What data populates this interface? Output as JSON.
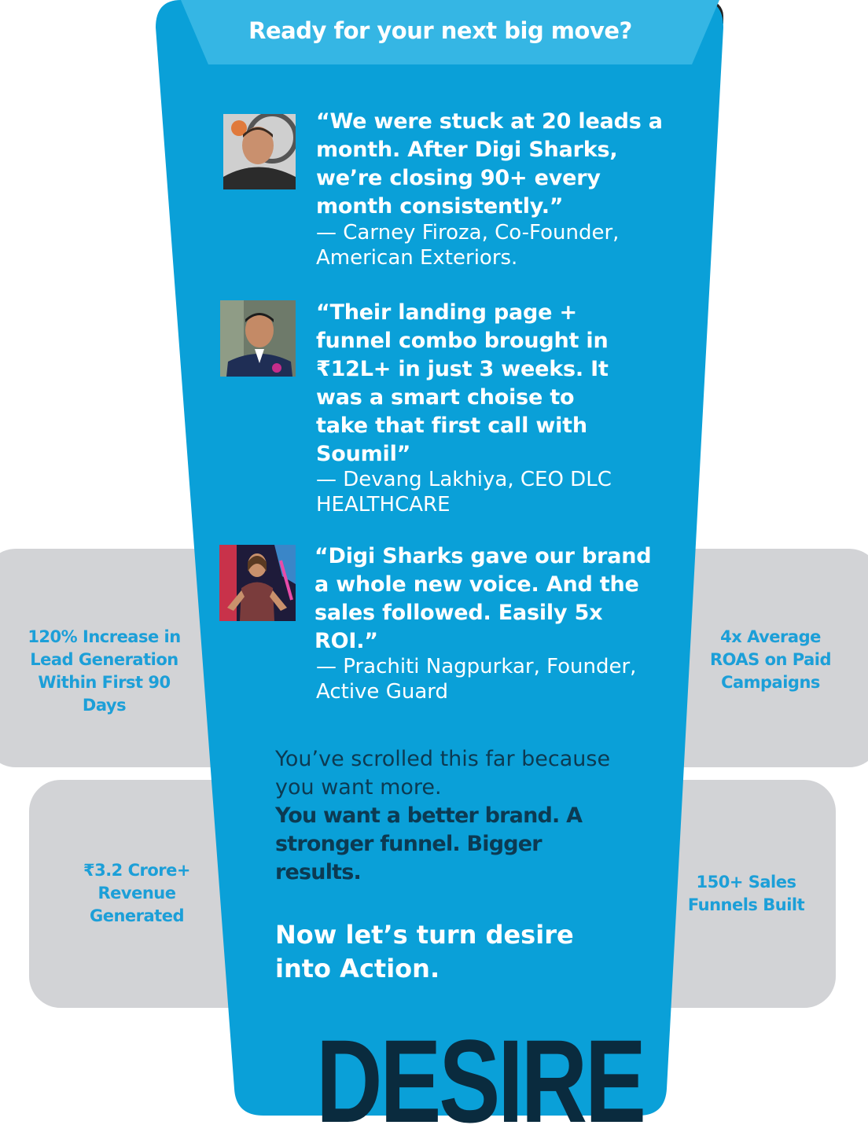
{
  "colors": {
    "funnel_blue": "#0aa0d8",
    "banner_blue": "#35b6e4",
    "stat_gray": "#d2d3d6",
    "stat_text": "#1c9fd8",
    "dark_text": "#0c3a52"
  },
  "banner": {
    "title": "Ready for your next big move?"
  },
  "testimonials": [
    {
      "quote": "“We were stuck at 20 leads a month. After Digi Sharks, we’re closing 90+ every month consistently.”",
      "author": "— Carney Firoza, Co-Founder, American Exteriors."
    },
    {
      "quote": "“Their landing page + funnel combo brought in ₹12L+ in just 3 weeks. It was a smart choise to take that first call with Soumil”",
      "author": "— Devang Lakhiya, CEO DLC HEALTHCARE"
    },
    {
      "quote": "“Digi Sharks gave our brand a whole new voice. And the sales followed. Easily 5x ROI.”",
      "author": "— Prachiti Nagpurkar, Founder, Active Guard"
    }
  ],
  "stats": {
    "left_top": "120% Increase in Lead Generation Within First 90 Days",
    "right_top": "4x Average ROAS on Paid Campaigns",
    "left_bottom": "₹3.2 Crore+ Revenue Generated",
    "right_bottom": "150+ Sales Funnels Built"
  },
  "pitch": {
    "intro": "You’ve scrolled this far because you want more.",
    "bold": "You want a better brand. A stronger funnel. Bigger results.",
    "cta": "Now let’s turn desire into Action."
  },
  "stage_label": "DESIRE"
}
